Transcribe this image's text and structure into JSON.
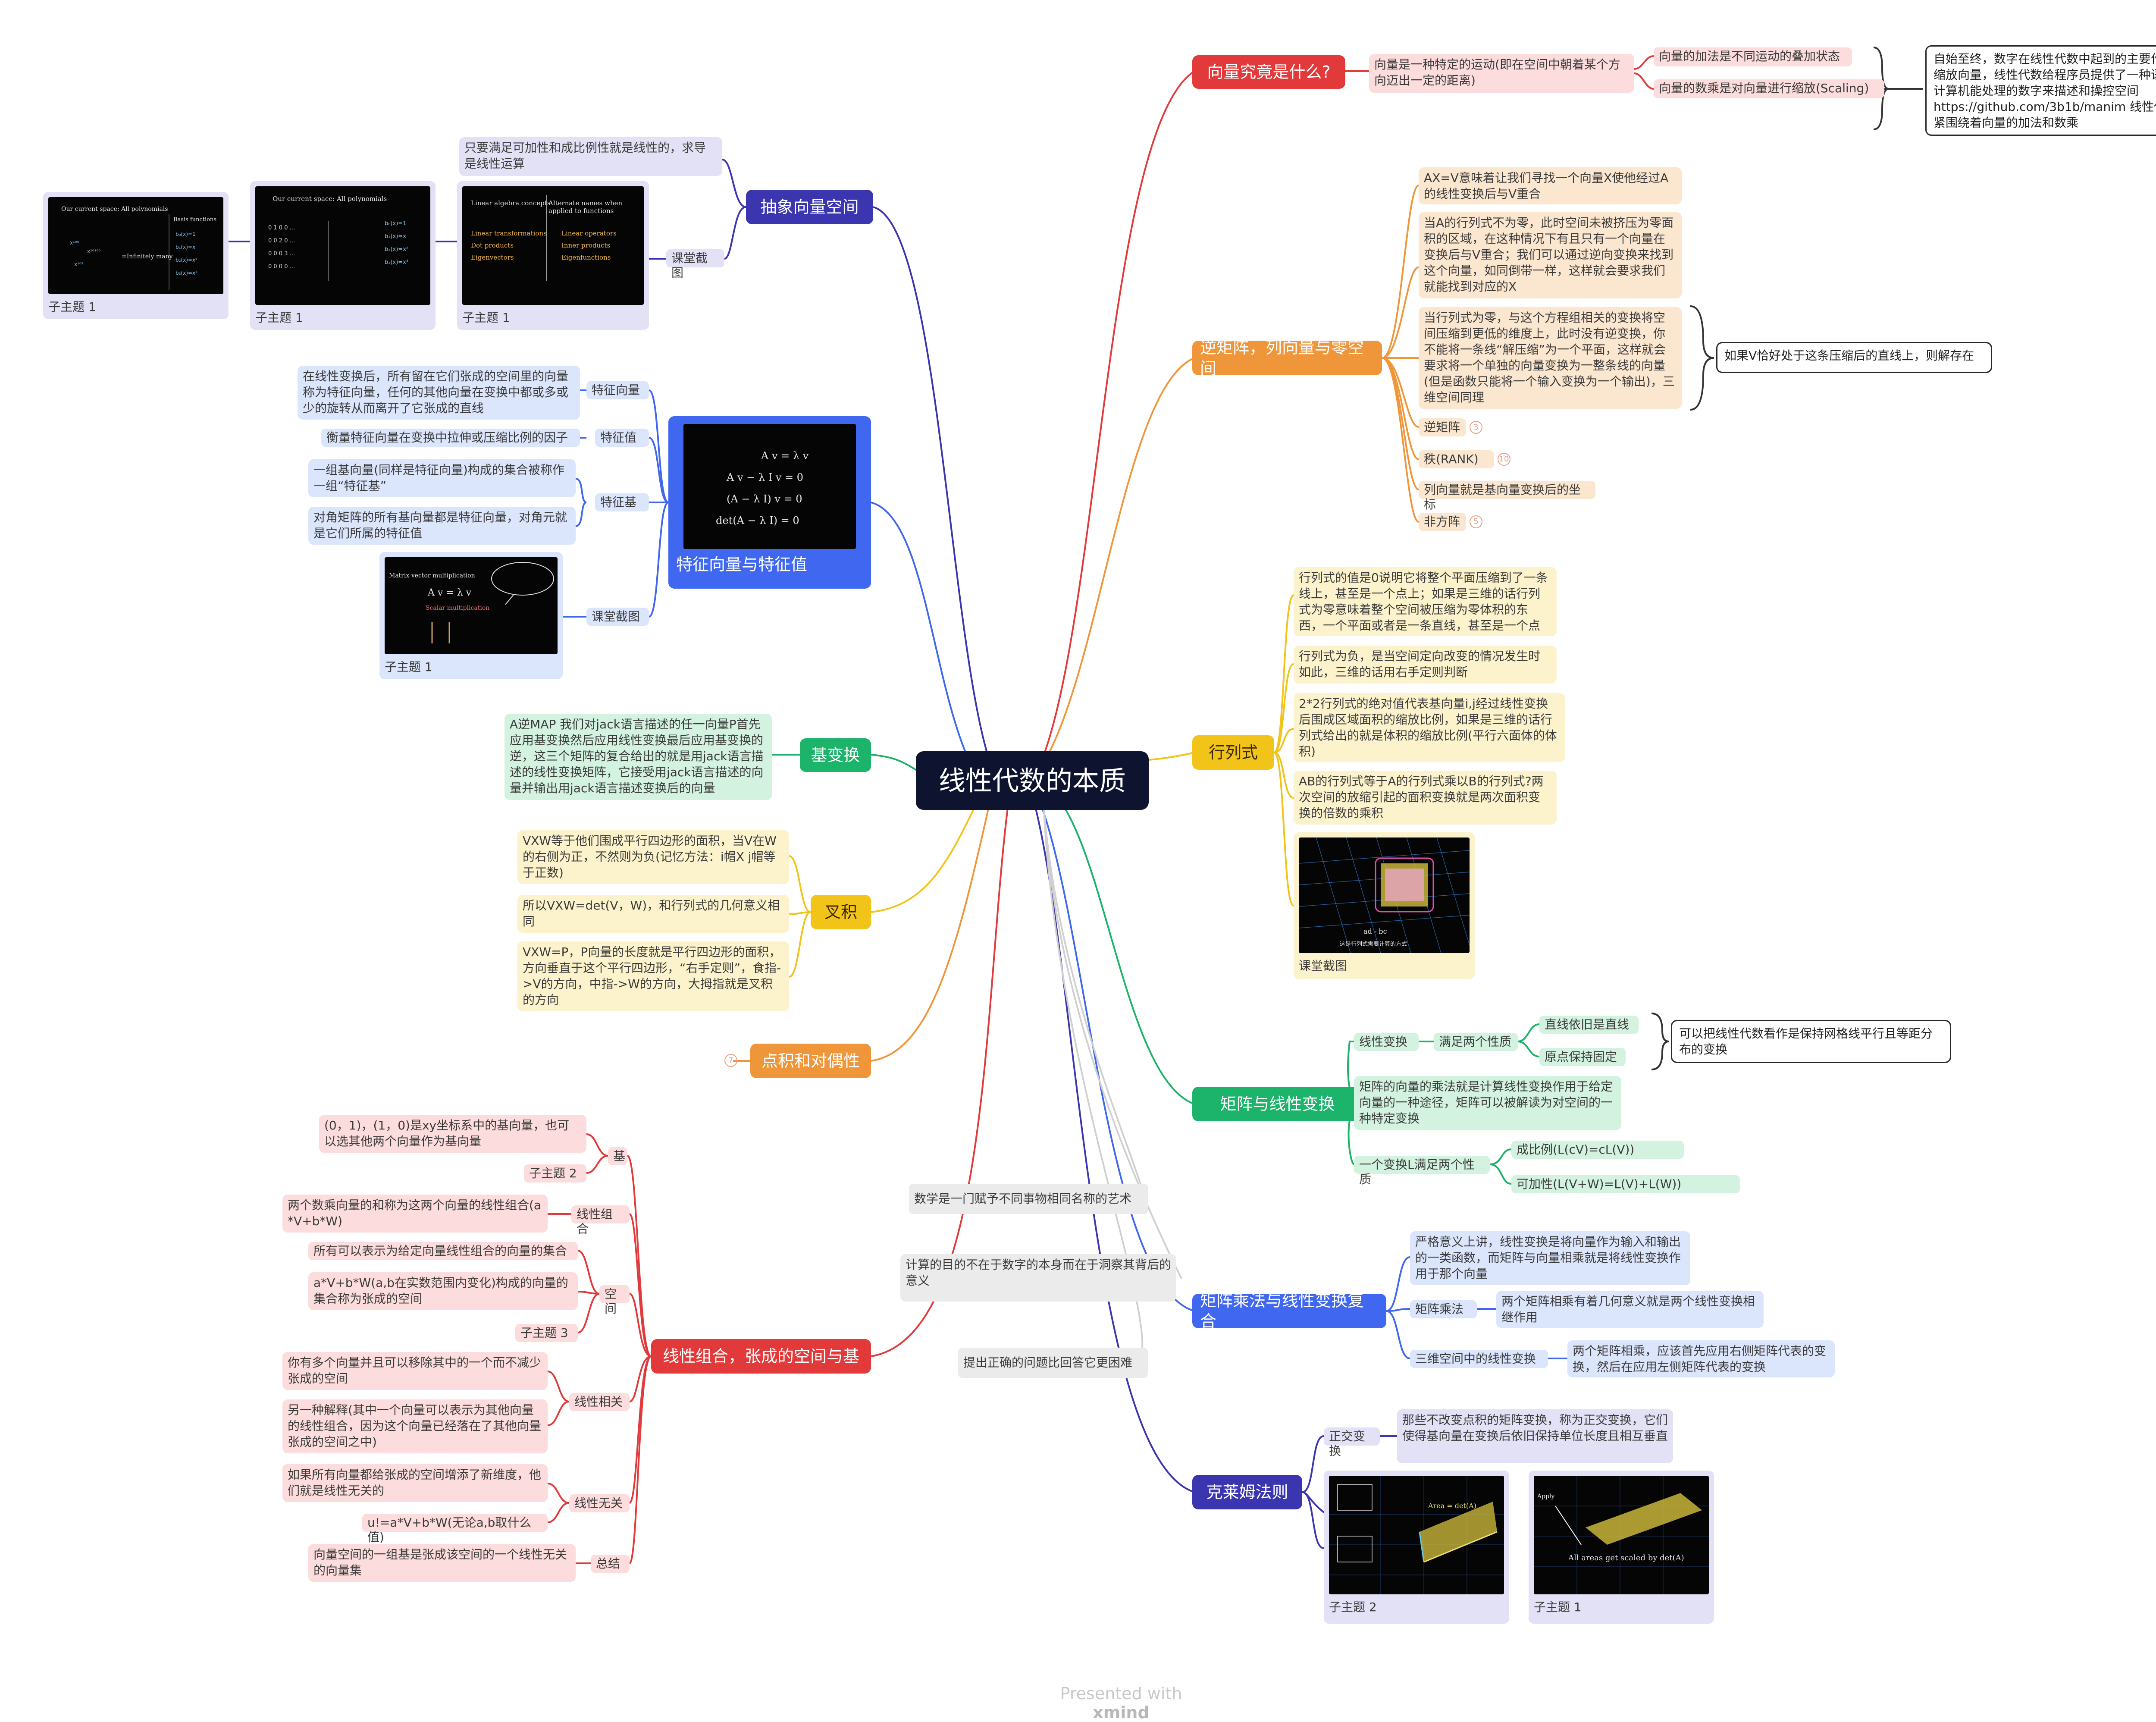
{
  "root": {
    "title": "线性代数的本质"
  },
  "footer": {
    "prefix": "Presented with",
    "brand": "xmind"
  },
  "vector": {
    "title": "向量究竟是什么?",
    "definition": "向量是一种特定的运动(即在空间中朝着某个方向迈出一定的距离)",
    "addition": "向量的加法是不同运动的叠加状态",
    "scaling": "向量的数乘是对向量进行缩放(Scaling)",
    "summary": "自始至终，数字在线性代数中起到的主要作用就是缩放向量，线性代数给程序员提供了一种语言通过计算机能处理的数字来描述和操控空间 https://github.com/3b1b/manim 线性代数紧紧围绕着向量的加法和数乘"
  },
  "inverse": {
    "title": "逆矩阵，列向量与零空间",
    "items": [
      "AX=V意味着让我们寻找一个向量X使他经过A的线性变换后与V重合",
      "当A的行列式不为零，此时空间未被挤压为零面积的区域，在这种情况下有且只有一个向量在变换后与V重合；我们可以通过逆向变换来找到这个向量，如同倒带一样，这样就会要求我们就能找到对应的X",
      "当行列式为零，与这个方程组相关的变换将空间压缩到更低的维度上，此时没有逆变换，你不能将一条线“解压缩”为一个平面，这样就会要求将一个单独的向量变换为一整条线的向量(但是函数只能将一个输入变换为一个输出)，三维空间同理"
    ],
    "bracket_note": "如果V恰好处于这条压缩后的直线上，则解存在",
    "sub": [
      {
        "label": "逆矩阵",
        "count": "3"
      },
      {
        "label": "秩(RANK)",
        "count": "10"
      },
      {
        "label": "列向量就是基向量变换后的坐标",
        "count": ""
      },
      {
        "label": "非方阵",
        "count": "5"
      }
    ]
  },
  "determinant": {
    "title": "行列式",
    "items": [
      "行列式的值是0说明它将整个平面压缩到了一条线上，甚至是一个点上；如果是三维的话行列式为零意味着整个空间被压缩为零体积的东西，一个平面或者是一条直线，甚至是一个点",
      "行列式为负，是当空间定向改变的情况发生时如此，三维的话用右手定则判断",
      "2*2行列式的绝对值代表基向量i,j经过线性变换后围成区域面积的缩放比例，如果是三维的话行列式给出的就是体积的缩放比例(平行六面体的体积)",
      "AB的行列式等于A的行列式乘以B的行列式?两次空间的放缩引起的面积变换就是两次面积变换的倍数的乘积"
    ],
    "shot_caption": "课堂截图",
    "shot_formula": "ad - bc",
    "shot_sub": "这是行列式需要计算的方式"
  },
  "matrix_linear": {
    "title": "矩阵与线性变换",
    "linear": "线性变换",
    "two_props": "满足两个性质",
    "straight": "直线依旧是直线",
    "origin": "原点保持固定",
    "bracket_note": "可以把线性代数看作是保持网格线平行且等距分布的变换",
    "mult": "矩阵的向量的乘法就是计算线性变换作用于给定向量的一种途径，矩阵可以被解读为对空间的一种特定变换",
    "two_conds": "一个变换L满足两个性质",
    "homog": "成比例(L(cV)=cL(V))",
    "additive": "可加性(L(V+W)=L(V)+L(W))"
  },
  "matrix_mult": {
    "title": "矩阵乘法与线性变换复合",
    "strict": "严格意义上讲，线性变换是将向量作为输入和输出的一类函数，而矩阵与向量相乘就是将线性变换作用于那个向量",
    "mm_label": "矩阵乘法",
    "mm_desc": "两个矩阵相乘有着几何意义就是两个线性变换相继作用",
    "three_label": "三维空间中的线性变换",
    "three_desc": "两个矩阵相乘，应该首先应用右侧矩阵代表的变换，然后在应用左侧矩阵代表的变换"
  },
  "cramer": {
    "title": "克莱姆法则",
    "ortho_label": "正交变换",
    "ortho_desc": "那些不改变点积的矩阵变换，称为正交变换，它们使得基向量在变换后依旧保持单位长度且相互垂直",
    "shot2_caption": "子主题 2",
    "shot1_caption": "子主题 1",
    "shot2_label": "Area = det(A)",
    "shot1_label": "All areas get scaled by det(A)",
    "shot1_top": "Apply"
  },
  "quotes": [
    "数学是一门赋予不同事物相同名称的艺术",
    "计算的目的不在于数字的本身而在于洞察其背后的意义",
    "提出正确的问题比回答它更困难"
  ],
  "abstract": {
    "title": "抽象向量空间",
    "note": "只要满足可加性和成比例性就是线性的，求导是线性运算",
    "shot_label": "课堂截图",
    "captions": [
      "子主题 1",
      "子主题 1",
      "子主题 1"
    ],
    "s1_title": "Our current space: All polynomials",
    "s1_right": "Basis functions",
    "s1_mid": "=Infinitely many",
    "s2_title": "Our current space: All polynomials",
    "s3_left": [
      "Linear algebra concepts",
      "Linear transformations",
      "Dot products",
      "Eigenvectors"
    ],
    "s3_right": [
      "Alternate names when applied to functions",
      "Linear operators",
      "Inner products",
      "Eigenfunctions"
    ]
  },
  "eigen": {
    "title": "特征向量与特征值",
    "vec_label": "特征向量",
    "vec_desc": "在线性变换后，所有留在它们张成的空间里的向量称为特征向量，任何的其他向量在变换中都或多或少的旋转从而离开了它张成的直线",
    "val_label": "特征值",
    "val_desc": "衡量特征向量在变换中拉伸或压缩比例的因子",
    "basis_label": "特征基",
    "basis_desc1": "一组基向量(同样是特征向量)构成的集合被称作一组“特征基”",
    "basis_desc2": "对角矩阵的所有基向量都是特征向量，对角元就是它们所属的特征值",
    "shot_label": "课堂截图",
    "shot_caption": "子主题 1",
    "formulas": [
      "A v = λ v",
      "A v − λ I v = 0",
      "(A − λ I) v = 0",
      "det(A − λ I) = 0"
    ],
    "shot_lines": [
      "Matrix-vector multiplication",
      "A v = λ v",
      "Scalar multiplication"
    ]
  },
  "basis_change": {
    "title": "基变换",
    "desc": "A逆MAP 我们对jack语言描述的任一向量P首先应用基变换然后应用线性变换最后应用基变换的逆，这三个矩阵的复合给出的就是用jack语言描述的线性变换矩阵，它接受用jack语言描述的向量并输出用jack语言描述变换后的向量"
  },
  "cross": {
    "title": "叉积",
    "items": [
      "VXW等于他们围成平行四边形的面积，当V在W的右侧为正，不然则为负(记忆方法：i帽X j帽等于正数)",
      "所以VXW=det(V，W)，和行列式的几何意义相同",
      "VXW=P，P向量的长度就是平行四边形的面积，方向垂直于这个平行四边形，“右手定则”，食指->V的方向，中指->W的方向，大拇指就是叉积的方向"
    ]
  },
  "dot": {
    "title": "点积和对偶性",
    "count": "7"
  },
  "span": {
    "title": "线性组合，张成的空间与基",
    "basis_label": "基",
    "basis_desc": "(0，1)，(1，0)是xy坐标系中的基向量，也可以选其他两个向量作为基向量",
    "basis_sub": "子主题 2",
    "comb_label": "线性组合",
    "comb_desc": "两个数乘向量的和称为这两个向量的线性组合(a*V+b*W)",
    "space_label": "空间",
    "space_desc1": "所有可以表示为给定向量线性组合的向量的集合",
    "space_desc2": "a*V+b*W(a,b在实数范围内变化)构成的向量的集合称为张成的空间",
    "space_sub": "子主题 3",
    "dep_label": "线性相关",
    "dep_desc1": "你有多个向量并且可以移除其中的一个而不减少张成的空间",
    "dep_desc2": "另一种解释(其中一个向量可以表示为其他向量的线性组合，因为这个向量已经落在了其他向量张成的空间之中)",
    "indep_label": "线性无关",
    "indep_desc1": "如果所有向量都给张成的空间增添了新维度，他们就是线性无关的",
    "indep_desc2": "u!=a*V+b*W(无论a,b取什么值)",
    "summary_label": "总结",
    "summary_desc": "向量空间的一组基是张成该空间的一个线性无关的向量集"
  },
  "colors": {
    "red": "#e23a3a",
    "orange": "#f0963a",
    "yellow": "#f2c318",
    "green": "#1cb36a",
    "blue": "#3f67f0",
    "indigo": "#3b36b0",
    "root": "#0e1430"
  }
}
